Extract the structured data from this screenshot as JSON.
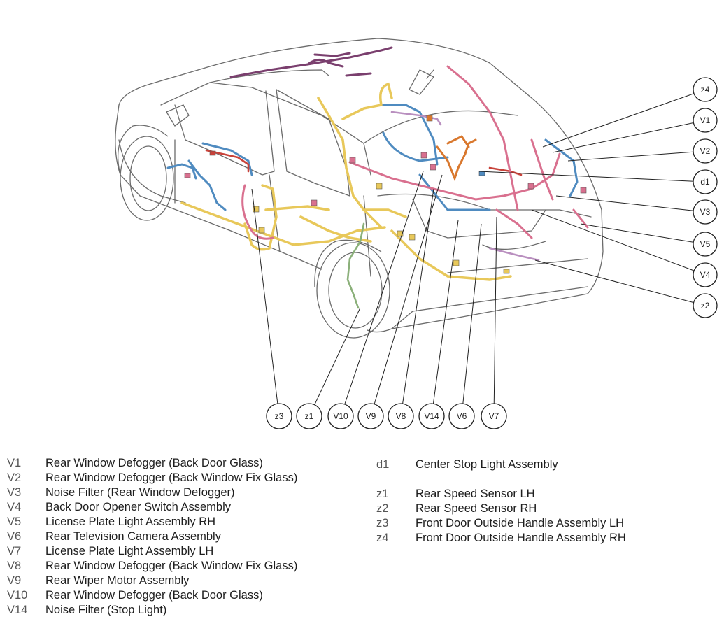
{
  "callouts": {
    "z4": "z4",
    "V1": "V1",
    "V2": "V2",
    "d1": "d1",
    "V3": "V3",
    "V5": "V5",
    "V4": "V4",
    "z2": "z2",
    "z3": "z3",
    "z1": "z1",
    "V10": "V10",
    "V9": "V9",
    "V8": "V8",
    "V14": "V14",
    "V6": "V6",
    "V7": "V7"
  },
  "legend_left": [
    {
      "code": "V1",
      "desc": "Rear Window Defogger (Back Door Glass)"
    },
    {
      "code": "V2",
      "desc": "Rear Window Defogger (Back Window Fix Glass)"
    },
    {
      "code": "V3",
      "desc": "Noise Filter (Rear Window Defogger)"
    },
    {
      "code": "V4",
      "desc": "Back Door Opener Switch Assembly"
    },
    {
      "code": "V5",
      "desc": "License Plate Light Assembly RH"
    },
    {
      "code": "V6",
      "desc": "Rear Television Camera Assembly"
    },
    {
      "code": "V7",
      "desc": "License Plate Light Assembly LH"
    },
    {
      "code": "V8",
      "desc": "Rear Window Defogger (Back Window Fix Glass)"
    },
    {
      "code": "V9",
      "desc": "Rear Wiper Motor Assembly"
    },
    {
      "code": "V10",
      "desc": "Rear Window Defogger (Back Door Glass)"
    },
    {
      "code": "V14",
      "desc": "Noise Filter (Stop Light)"
    }
  ],
  "legend_right_top": [
    {
      "code": "d1",
      "desc": "Center Stop Light Assembly"
    }
  ],
  "legend_right": [
    {
      "code": "z1",
      "desc": "Rear Speed Sensor LH"
    },
    {
      "code": "z2",
      "desc": "Rear Speed Sensor RH"
    },
    {
      "code": "z3",
      "desc": "Front Door Outside Handle Assembly LH"
    },
    {
      "code": "z4",
      "desc": "Front Door Outside Handle Assembly RH"
    }
  ],
  "colors": {
    "harness_yellow": "#e8c85a",
    "harness_pink": "#d9708f",
    "harness_blue": "#4f8bc0",
    "harness_purple": "#7a3f6e",
    "harness_orange": "#d9782e",
    "harness_red": "#c8423a",
    "harness_green": "#8bb07a",
    "body_outline": "#6b6b6b"
  }
}
